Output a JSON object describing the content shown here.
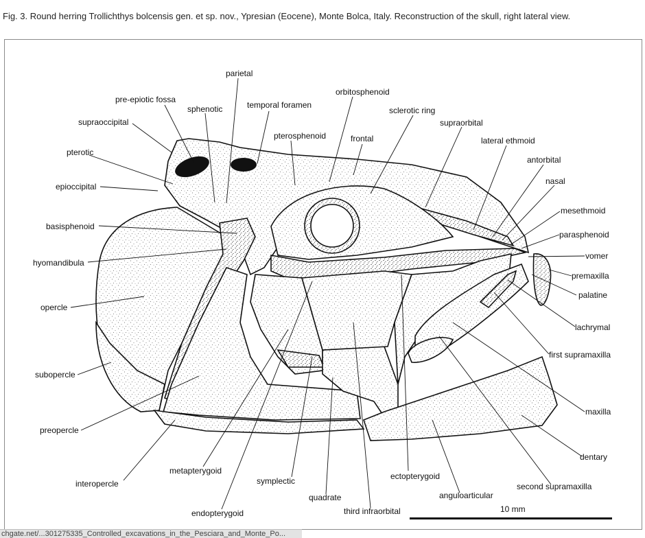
{
  "caption": "Fig. 3. Round herring Trollichthys bolcensis gen. et sp. nov., Ypresian (Eocene), Monte Bolca, Italy. Reconstruction of the skull, right lateral view.",
  "labels": {
    "parietal": "parietal",
    "pre_epiotic_fossa": "pre-epiotic fossa",
    "sphenotic": "sphenotic",
    "temporal_foramen": "temporal foramen",
    "orbitosphenoid": "orbitosphenoid",
    "sclerotic_ring": "sclerotic ring",
    "supraoccipital": "supraoccipital",
    "pterosphenoid": "pterosphenoid",
    "frontal": "frontal",
    "supraorbital": "supraorbital",
    "lateral_ethmoid": "lateral ethmoid",
    "pterotic": "pterotic",
    "antorbital": "antorbital",
    "epioccipital": "epioccipital",
    "nasal": "nasal",
    "mesethmoid": "mesethmoid",
    "basisphenoid": "basisphenoid",
    "parasphenoid": "parasphenoid",
    "hyomandibula": "hyomandibula",
    "vomer": "vomer",
    "premaxilla": "premaxilla",
    "palatine": "palatine",
    "opercle": "opercle",
    "lachrymal": "lachrymal",
    "first_supramaxilla": "first supramaxilla",
    "subopercle": "subopercle",
    "maxilla": "maxilla",
    "preopercle": "preopercle",
    "dentary": "dentary",
    "metapterygoid": "metapterygoid",
    "ectopterygoid": "ectopterygoid",
    "interopercle": "interopercle",
    "symplectic": "symplectic",
    "second_supramaxilla": "second supramaxilla",
    "anguloarticular": "anguloarticular",
    "quadrate": "quadrate",
    "endopterygoid": "endopterygoid",
    "third_infraorbital": "third infraorbital"
  },
  "scale_bar": {
    "label": "10 mm"
  },
  "footer_text": "chgate.net/...301275335_Controlled_excavations_in_the_Pesciara_and_Monte_Po..."
}
